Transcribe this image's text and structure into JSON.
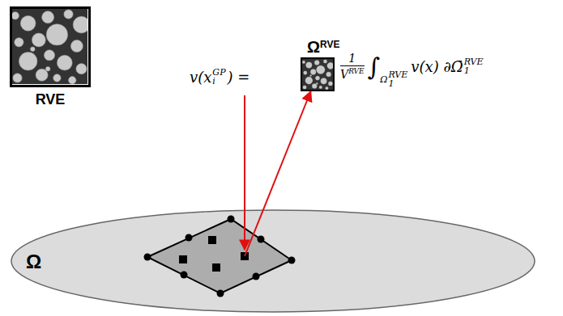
{
  "diagram": {
    "nodes": [
      {
        "text": [
          "RVE"
        ]
      },
      {
        "text": [
          "Ω",
          "RVE"
        ]
      },
      {
        "text": [
          "Ω"
        ]
      }
    ],
    "edges": [
      {
        "from": 2,
        "to": 1,
        "arrow": "to"
      }
    ],
    "labels": [
      "v(x",
      "i",
      "GP",
      ") =",
      "1",
      "V",
      "RVE",
      "∫",
      "Ω",
      "1",
      "RVE",
      "v(x) ∂Ω̄",
      "1",
      "RVE"
    ]
  }
}
